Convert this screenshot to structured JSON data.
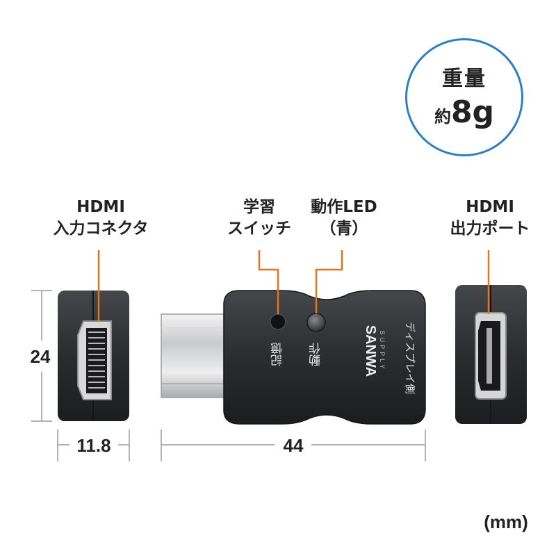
{
  "weight_badge": {
    "title": "重量",
    "prefix": "約",
    "value": "8g"
  },
  "labels": {
    "hdmi_input": [
      "HDMI",
      "入力コネクタ"
    ],
    "learn_switch": [
      "学習",
      "スイッチ"
    ],
    "led": [
      "動作LED",
      "（青）"
    ],
    "hdmi_output": [
      "HDMI",
      "出力ポート"
    ]
  },
  "device_text": {
    "memory": "記憶",
    "operation": "動作",
    "brand": "SANWA",
    "brand_sub": "SUPPLY",
    "display_side": "ディスプレイ側"
  },
  "dimensions": {
    "height": "24",
    "depth": "11.8",
    "length": "44",
    "unit": "(mm)"
  },
  "colors": {
    "badge_ring": "#2f7fc0",
    "leader": "#e8731e",
    "body": "#2b2c2e"
  }
}
